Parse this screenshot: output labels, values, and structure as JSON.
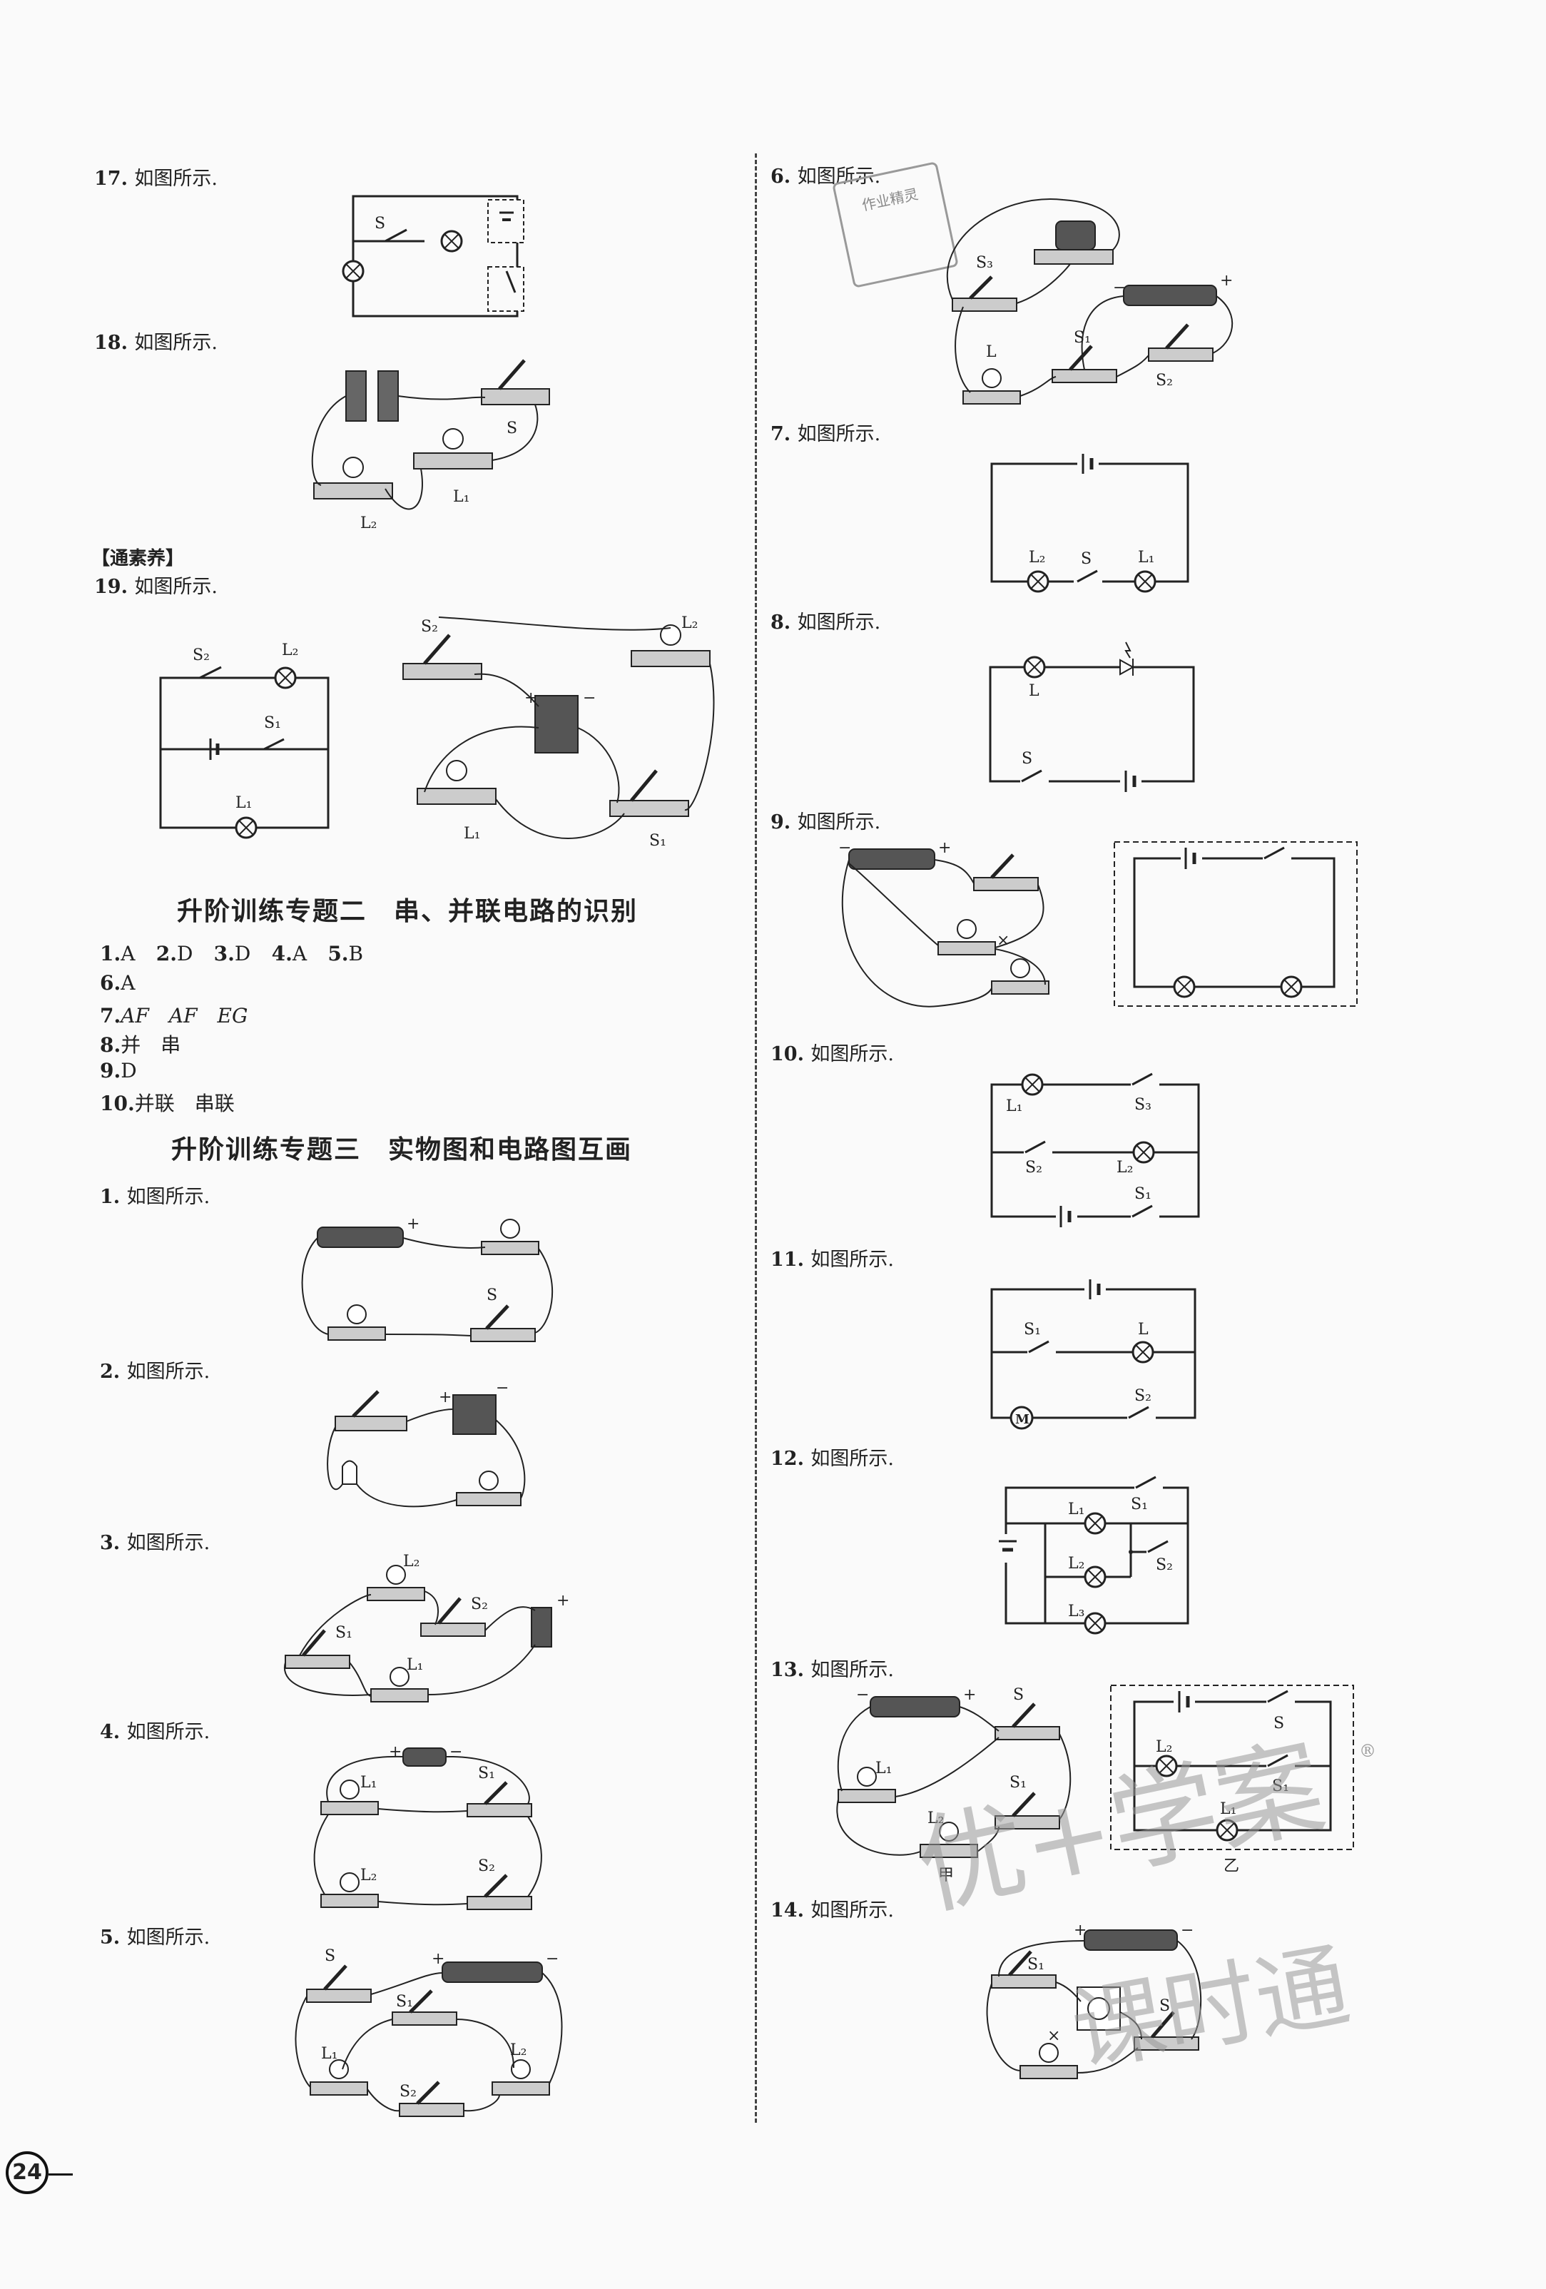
{
  "questions": {
    "q17": {
      "num": "17.",
      "text": "如图所示."
    },
    "q18": {
      "num": "18.",
      "text": "如图所示."
    },
    "section_tag": "【通素养】",
    "q19": {
      "num": "19.",
      "text": "如图所示."
    }
  },
  "section2": {
    "title": "升阶训练专题二　串、并联电路的识别",
    "answers": [
      {
        "n": "1.",
        "v": "A"
      },
      {
        "n": "2.",
        "v": "D"
      },
      {
        "n": "3.",
        "v": "D"
      },
      {
        "n": "4.",
        "v": "A"
      },
      {
        "n": "5.",
        "v": "B"
      },
      {
        "n": "6.",
        "v": "A"
      },
      {
        "n": "7.",
        "v": "AF　AF　EG"
      },
      {
        "n": "8.",
        "v": "并　串"
      },
      {
        "n": "9.",
        "v": "D"
      },
      {
        "n": "10.",
        "v": "并联　串联"
      }
    ]
  },
  "section3": {
    "title": "升阶训练专题三　实物图和电路图互画",
    "items": [
      {
        "num": "1.",
        "text": "如图所示."
      },
      {
        "num": "2.",
        "text": "如图所示."
      },
      {
        "num": "3.",
        "text": "如图所示."
      },
      {
        "num": "4.",
        "text": "如图所示."
      },
      {
        "num": "5.",
        "text": "如图所示."
      }
    ]
  },
  "right": {
    "items": [
      {
        "num": "6.",
        "text": "如图所示."
      },
      {
        "num": "7.",
        "text": "如图所示."
      },
      {
        "num": "8.",
        "text": "如图所示."
      },
      {
        "num": "9.",
        "text": "如图所示."
      },
      {
        "num": "10.",
        "text": "如图所示."
      },
      {
        "num": "11.",
        "text": "如图所示."
      },
      {
        "num": "12.",
        "text": "如图所示."
      },
      {
        "num": "13.",
        "text": "如图所示."
      },
      {
        "num": "14.",
        "text": "如图所示."
      }
    ]
  },
  "labels": {
    "S": "S",
    "S1": "S₁",
    "S2": "S₂",
    "S3": "S₃",
    "L": "L",
    "L1": "L₁",
    "L2": "L₂",
    "L3": "L₃",
    "M": "M",
    "plus": "+",
    "minus": "−",
    "jia": "甲",
    "yi": "乙",
    "x": "×"
  },
  "page_number": "24",
  "watermark": {
    "line1": "优+学案",
    "line2": "课时通",
    "reg": "®"
  },
  "stamp_text": "作业精灵"
}
